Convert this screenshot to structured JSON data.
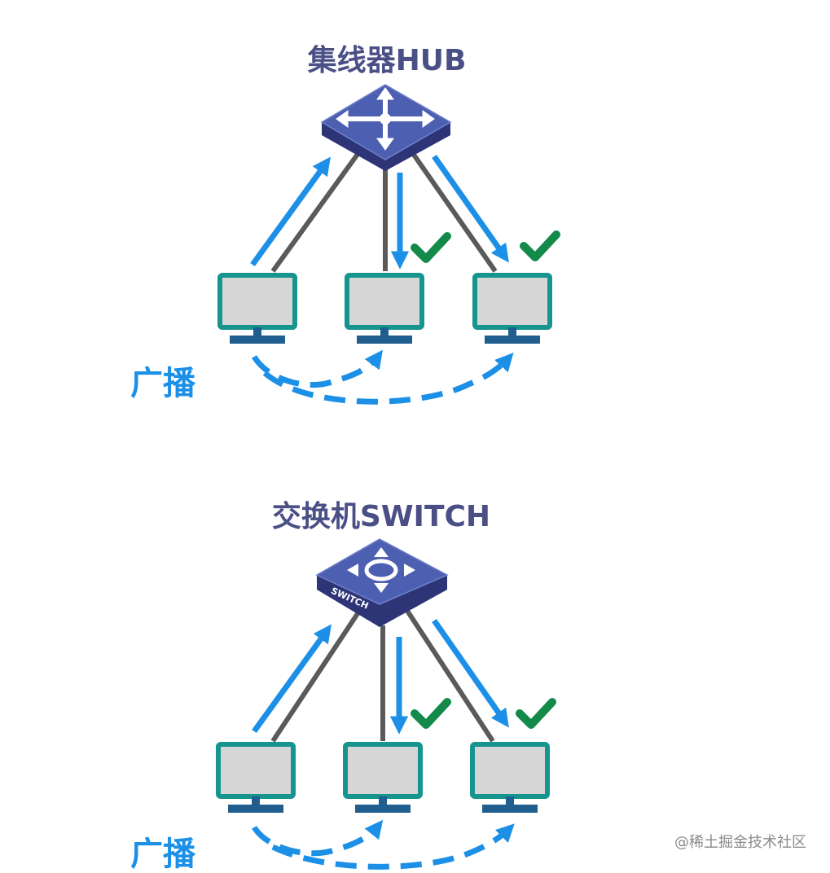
{
  "hub": {
    "title": "集线器HUB",
    "broadcast_label": "广播"
  },
  "switch": {
    "title": "交换机SWITCH",
    "device_label": "SWITCH",
    "broadcast_label": "广播"
  },
  "watermark": "@稀土掘金技术社区",
  "colors": {
    "title": "#4a4f86",
    "arrow": "#1c8fe6",
    "check": "#138a4a",
    "cable": "#5a5a5a",
    "monitor_border": "#16948e",
    "monitor_screen": "#d6d6d6",
    "monitor_stand": "#1f5e8f",
    "device_top": "#4d5fb0",
    "device_side": "#2d3577"
  },
  "icons": [
    "hub-icon",
    "switch-icon",
    "computer-icon",
    "check-icon",
    "arrow-icon"
  ]
}
